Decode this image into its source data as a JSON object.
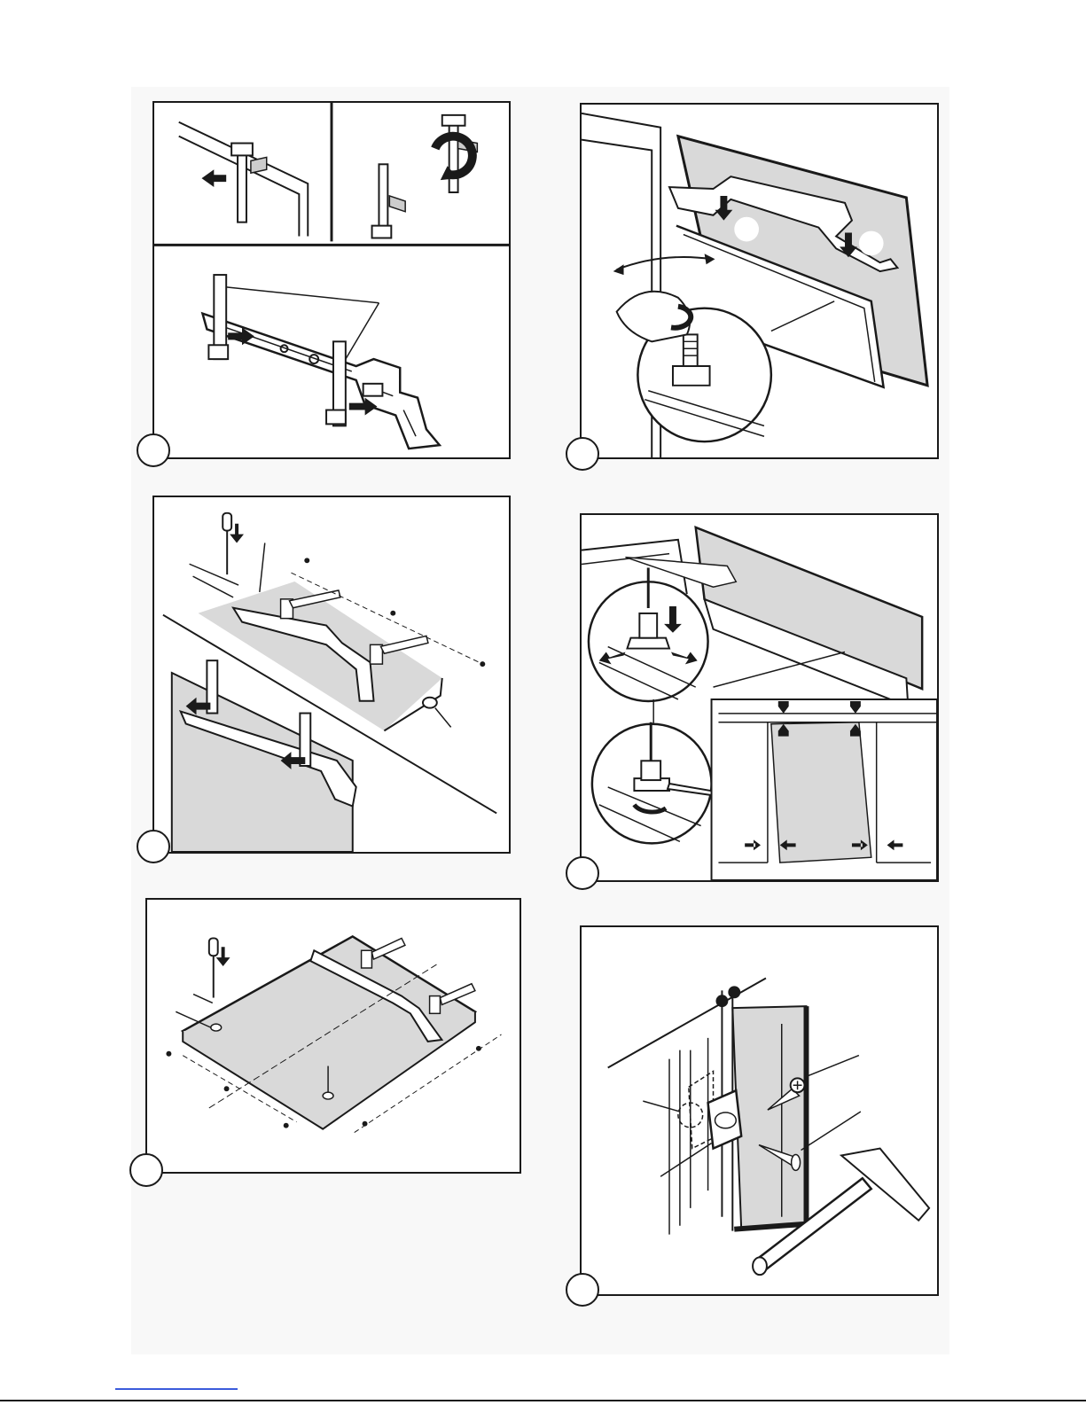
{
  "page": {
    "colors": {
      "ink": "#1a1a1a",
      "panel_fill": "#d9d9d9",
      "link": "#3b5bdb"
    },
    "step_markers": [
      "",
      "",
      "",
      "",
      "",
      ""
    ]
  },
  "figures": [
    {
      "id": "fig-1",
      "subject": "mounting-bracket-assembly"
    },
    {
      "id": "fig-2",
      "subject": "door-hinge-adjustment"
    },
    {
      "id": "fig-3",
      "subject": "screwing-bracket-to-panel"
    },
    {
      "id": "fig-4",
      "subject": "door-alignment-adjustment"
    },
    {
      "id": "fig-5",
      "subject": "panel-drilling-template"
    },
    {
      "id": "fig-6",
      "subject": "side-fixing-with-screw-and-nail"
    }
  ]
}
